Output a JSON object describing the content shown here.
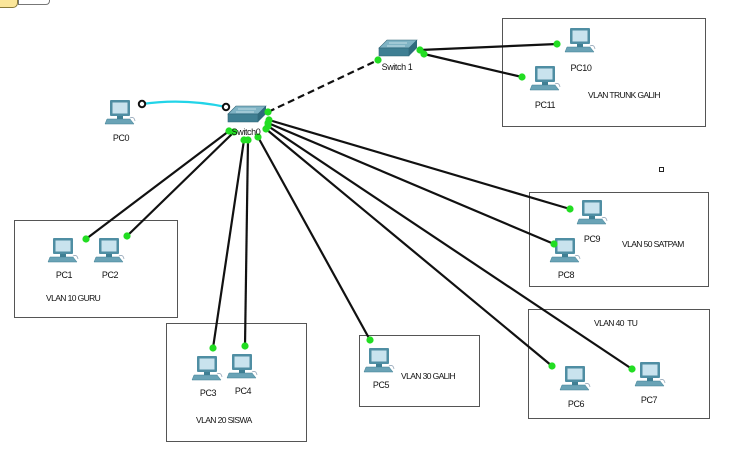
{
  "colors": {
    "cable": "#111111",
    "crossover": "#22d4e8",
    "link_up": "#22dd22",
    "pc_body": "#4f8ea3",
    "pc_screen": "#c9e3ee",
    "switch_top": "#7fb3c4",
    "switch_side": "#3f7f93"
  },
  "devices": {
    "switch0": {
      "label": "Switch0"
    },
    "switch1": {
      "label": "Switch 1"
    },
    "pc0": {
      "label": "PC0"
    },
    "pc1": {
      "label": "PC1"
    },
    "pc2": {
      "label": "PC2"
    },
    "pc3": {
      "label": "PC3"
    },
    "pc4": {
      "label": "PC4"
    },
    "pc5": {
      "label": "PC5"
    },
    "pc6": {
      "label": "PC6"
    },
    "pc7": {
      "label": "PC7"
    },
    "pc8": {
      "label": "PC8"
    },
    "pc9": {
      "label": "PC9"
    },
    "pc10": {
      "label": "PC10"
    },
    "pc11": {
      "label": "PC11"
    }
  },
  "vlans": {
    "vlan10": {
      "label": "VLAN 10 GURU"
    },
    "vlan20": {
      "label": "VLAN 20 SISWA"
    },
    "vlan30": {
      "label": "VLAN 30 GALIH"
    },
    "vlan40": {
      "label": "VLAN 40  TU"
    },
    "vlan50": {
      "label": "VLAN 50 SATPAM"
    },
    "trunk": {
      "label": "VLAN TRUNK GALIH"
    }
  },
  "links": [
    {
      "from": "switch0",
      "to": "pc0",
      "type": "crossover",
      "status": "down"
    },
    {
      "from": "switch0",
      "to": "switch1",
      "type": "crossover-dashed",
      "status": "up"
    },
    {
      "from": "switch1",
      "to": "pc10",
      "type": "straight",
      "status": "up"
    },
    {
      "from": "switch1",
      "to": "pc11",
      "type": "straight",
      "status": "up"
    },
    {
      "from": "switch0",
      "to": "pc1",
      "type": "straight",
      "status": "up"
    },
    {
      "from": "switch0",
      "to": "pc2",
      "type": "straight",
      "status": "up"
    },
    {
      "from": "switch0",
      "to": "pc3",
      "type": "straight",
      "status": "up"
    },
    {
      "from": "switch0",
      "to": "pc4",
      "type": "straight",
      "status": "up"
    },
    {
      "from": "switch0",
      "to": "pc5",
      "type": "straight",
      "status": "up"
    },
    {
      "from": "switch0",
      "to": "pc6",
      "type": "straight",
      "status": "up"
    },
    {
      "from": "switch0",
      "to": "pc7",
      "type": "straight",
      "status": "up"
    },
    {
      "from": "switch0",
      "to": "pc8",
      "type": "straight",
      "status": "up"
    },
    {
      "from": "switch0",
      "to": "pc9",
      "type": "straight",
      "status": "up"
    }
  ]
}
